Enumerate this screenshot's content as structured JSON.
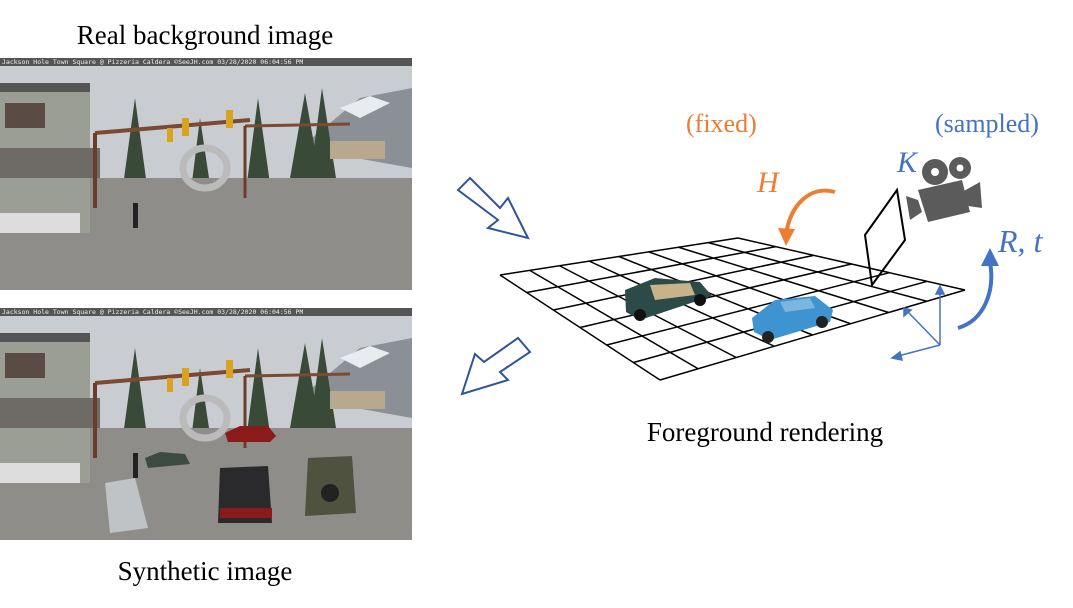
{
  "captions": {
    "real": "Real background image",
    "synthetic": "Synthetic image",
    "foreground": "Foreground rendering",
    "fixed": "(fixed)",
    "sampled": "(sampled)"
  },
  "symbols": {
    "H": "H",
    "K": "K",
    "Rt": "R, t"
  },
  "webcam_overlay": "Jackson Hole Town Square @ Pizzeria Caldera ©SeeJH.com 03/28/2020 06:04:56 PM",
  "colors": {
    "orange": "#ED7D31",
    "blue": "#4472C4",
    "arrow_outline": "#2F5597"
  }
}
